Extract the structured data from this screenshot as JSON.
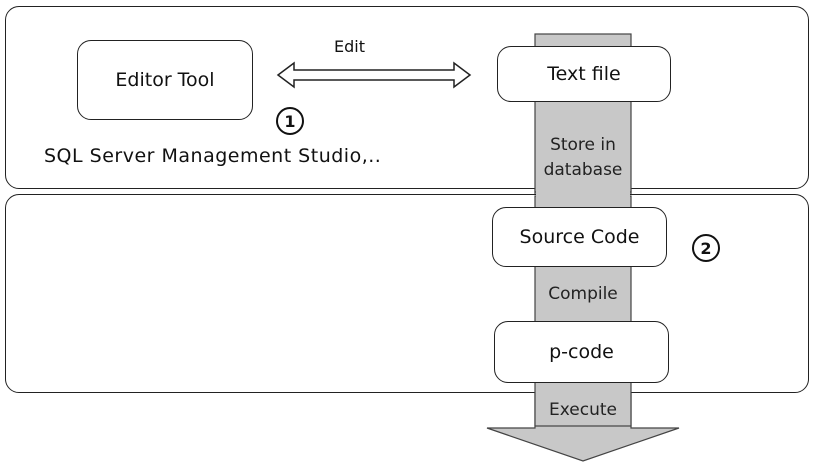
{
  "nodes": {
    "editor_tool": "Editor Tool",
    "text_file": "Text file",
    "source_code": "Source Code",
    "p_code": "p-code"
  },
  "edges": {
    "edit": "Edit"
  },
  "stages": {
    "store_line1": "Store in",
    "store_line2": "database",
    "compile": "Compile",
    "execute": "Execute"
  },
  "caption": "SQL Server Management Studio,..",
  "badges": {
    "one": "1",
    "two": "2"
  },
  "colors": {
    "flow_arrow": "#c8c8c8",
    "outline": "#222222"
  }
}
